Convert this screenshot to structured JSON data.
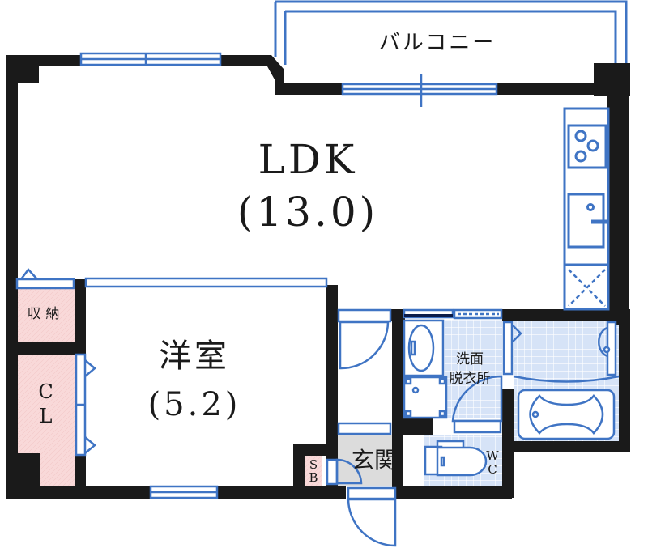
{
  "plan": {
    "type": "apartment-floor-plan",
    "layout": "1LDK",
    "colors": {
      "wall": "#1a1a1a",
      "fixture": "#3f74c4",
      "wet_area": "#d6e3f7",
      "storage": "#f9d9d9",
      "entrance": "#dcdcdc"
    }
  },
  "rooms": {
    "balcony": {
      "label": "バルコニー"
    },
    "ldk": {
      "label": "LDK",
      "size": "(13.0)"
    },
    "western_room": {
      "label": "洋室",
      "size": "(5.2)"
    },
    "storage": {
      "label": "収納"
    },
    "closet": {
      "label_line1": "C",
      "label_line2": "L"
    },
    "washroom": {
      "label_line1": "洗面",
      "label_line2": "脱衣所"
    },
    "entrance": {
      "label": "玄関"
    },
    "shoe_box": {
      "label_line1": "S",
      "label_line2": "B"
    },
    "toilet": {
      "label_line1": "W",
      "label_line2": "C"
    },
    "bathroom": {
      "label": ""
    }
  },
  "fixtures": [
    "kitchen-stove-icon",
    "kitchen-sink-icon",
    "fridge-space-icon",
    "washbasin-icon",
    "washing-machine-icon",
    "toilet-icon",
    "bathtub-icon"
  ]
}
